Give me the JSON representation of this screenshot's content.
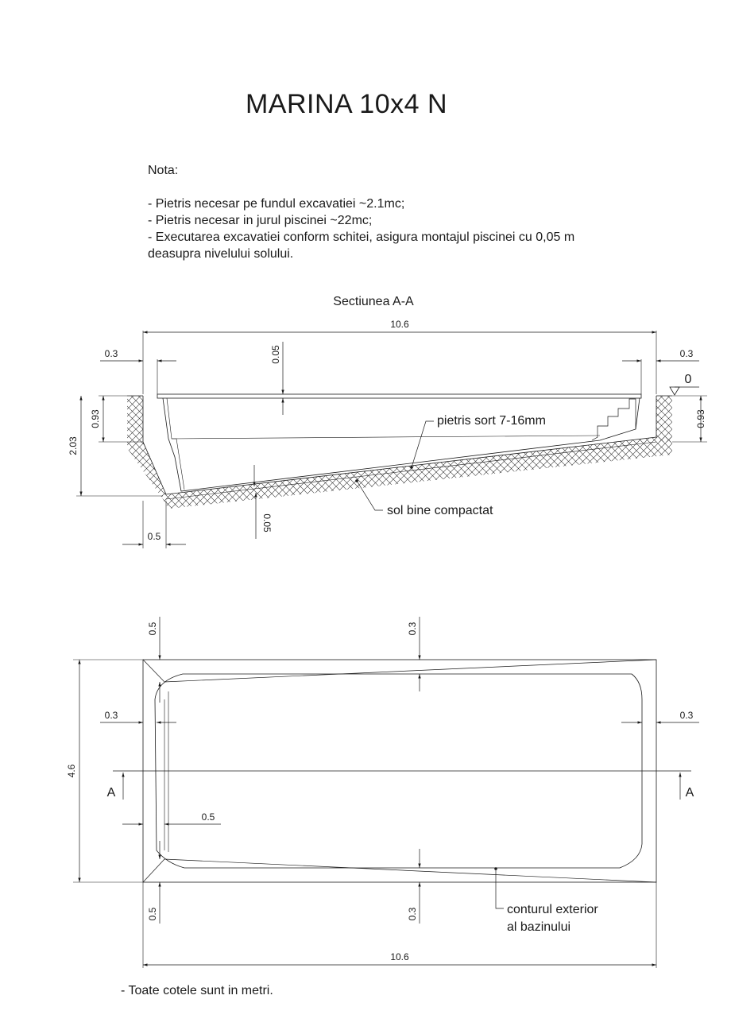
{
  "title": "MARINA 10x4 N",
  "note": {
    "heading": "Nota:",
    "lines": [
      " - Pietris necesar pe fundul excavatiei ~2.1mc;",
      " - Pietris necesar in jurul piscinei ~22mc;",
      " - Executarea excavatiei conform schitei, asigura montajul piscinei cu 0,05 m",
      "deasupra nivelului solului."
    ]
  },
  "section": {
    "title": "Sectiunea A-A",
    "dims": {
      "total_length": "10.6",
      "wall_left": "0.3",
      "wall_right": "0.3",
      "above_ground": "0.05",
      "zero_level": "0",
      "depth_left": "0.93",
      "depth_right": "0.93",
      "excavation_depth": "2.03",
      "bottom_offset": "0.5",
      "gravel_bottom": "0.05"
    },
    "labels": {
      "gravel": "pietris sort 7-16mm",
      "soil": "sol bine compactat"
    }
  },
  "plan": {
    "dims": {
      "top_left_offset": "0.5",
      "top_middle": "0.3",
      "left_side": "0.3",
      "right_side": "0.3",
      "width": "4.6",
      "inner_offset": "0.5",
      "bottom_left_offset": "0.5",
      "bottom_middle": "0.3",
      "total_length": "10.6"
    },
    "section_marker_left": "A",
    "section_marker_right": "A",
    "outline_label_line1": "conturul exterior",
    "outline_label_line2": "al bazinului"
  },
  "footer": "- Toate cotele sunt in metri."
}
